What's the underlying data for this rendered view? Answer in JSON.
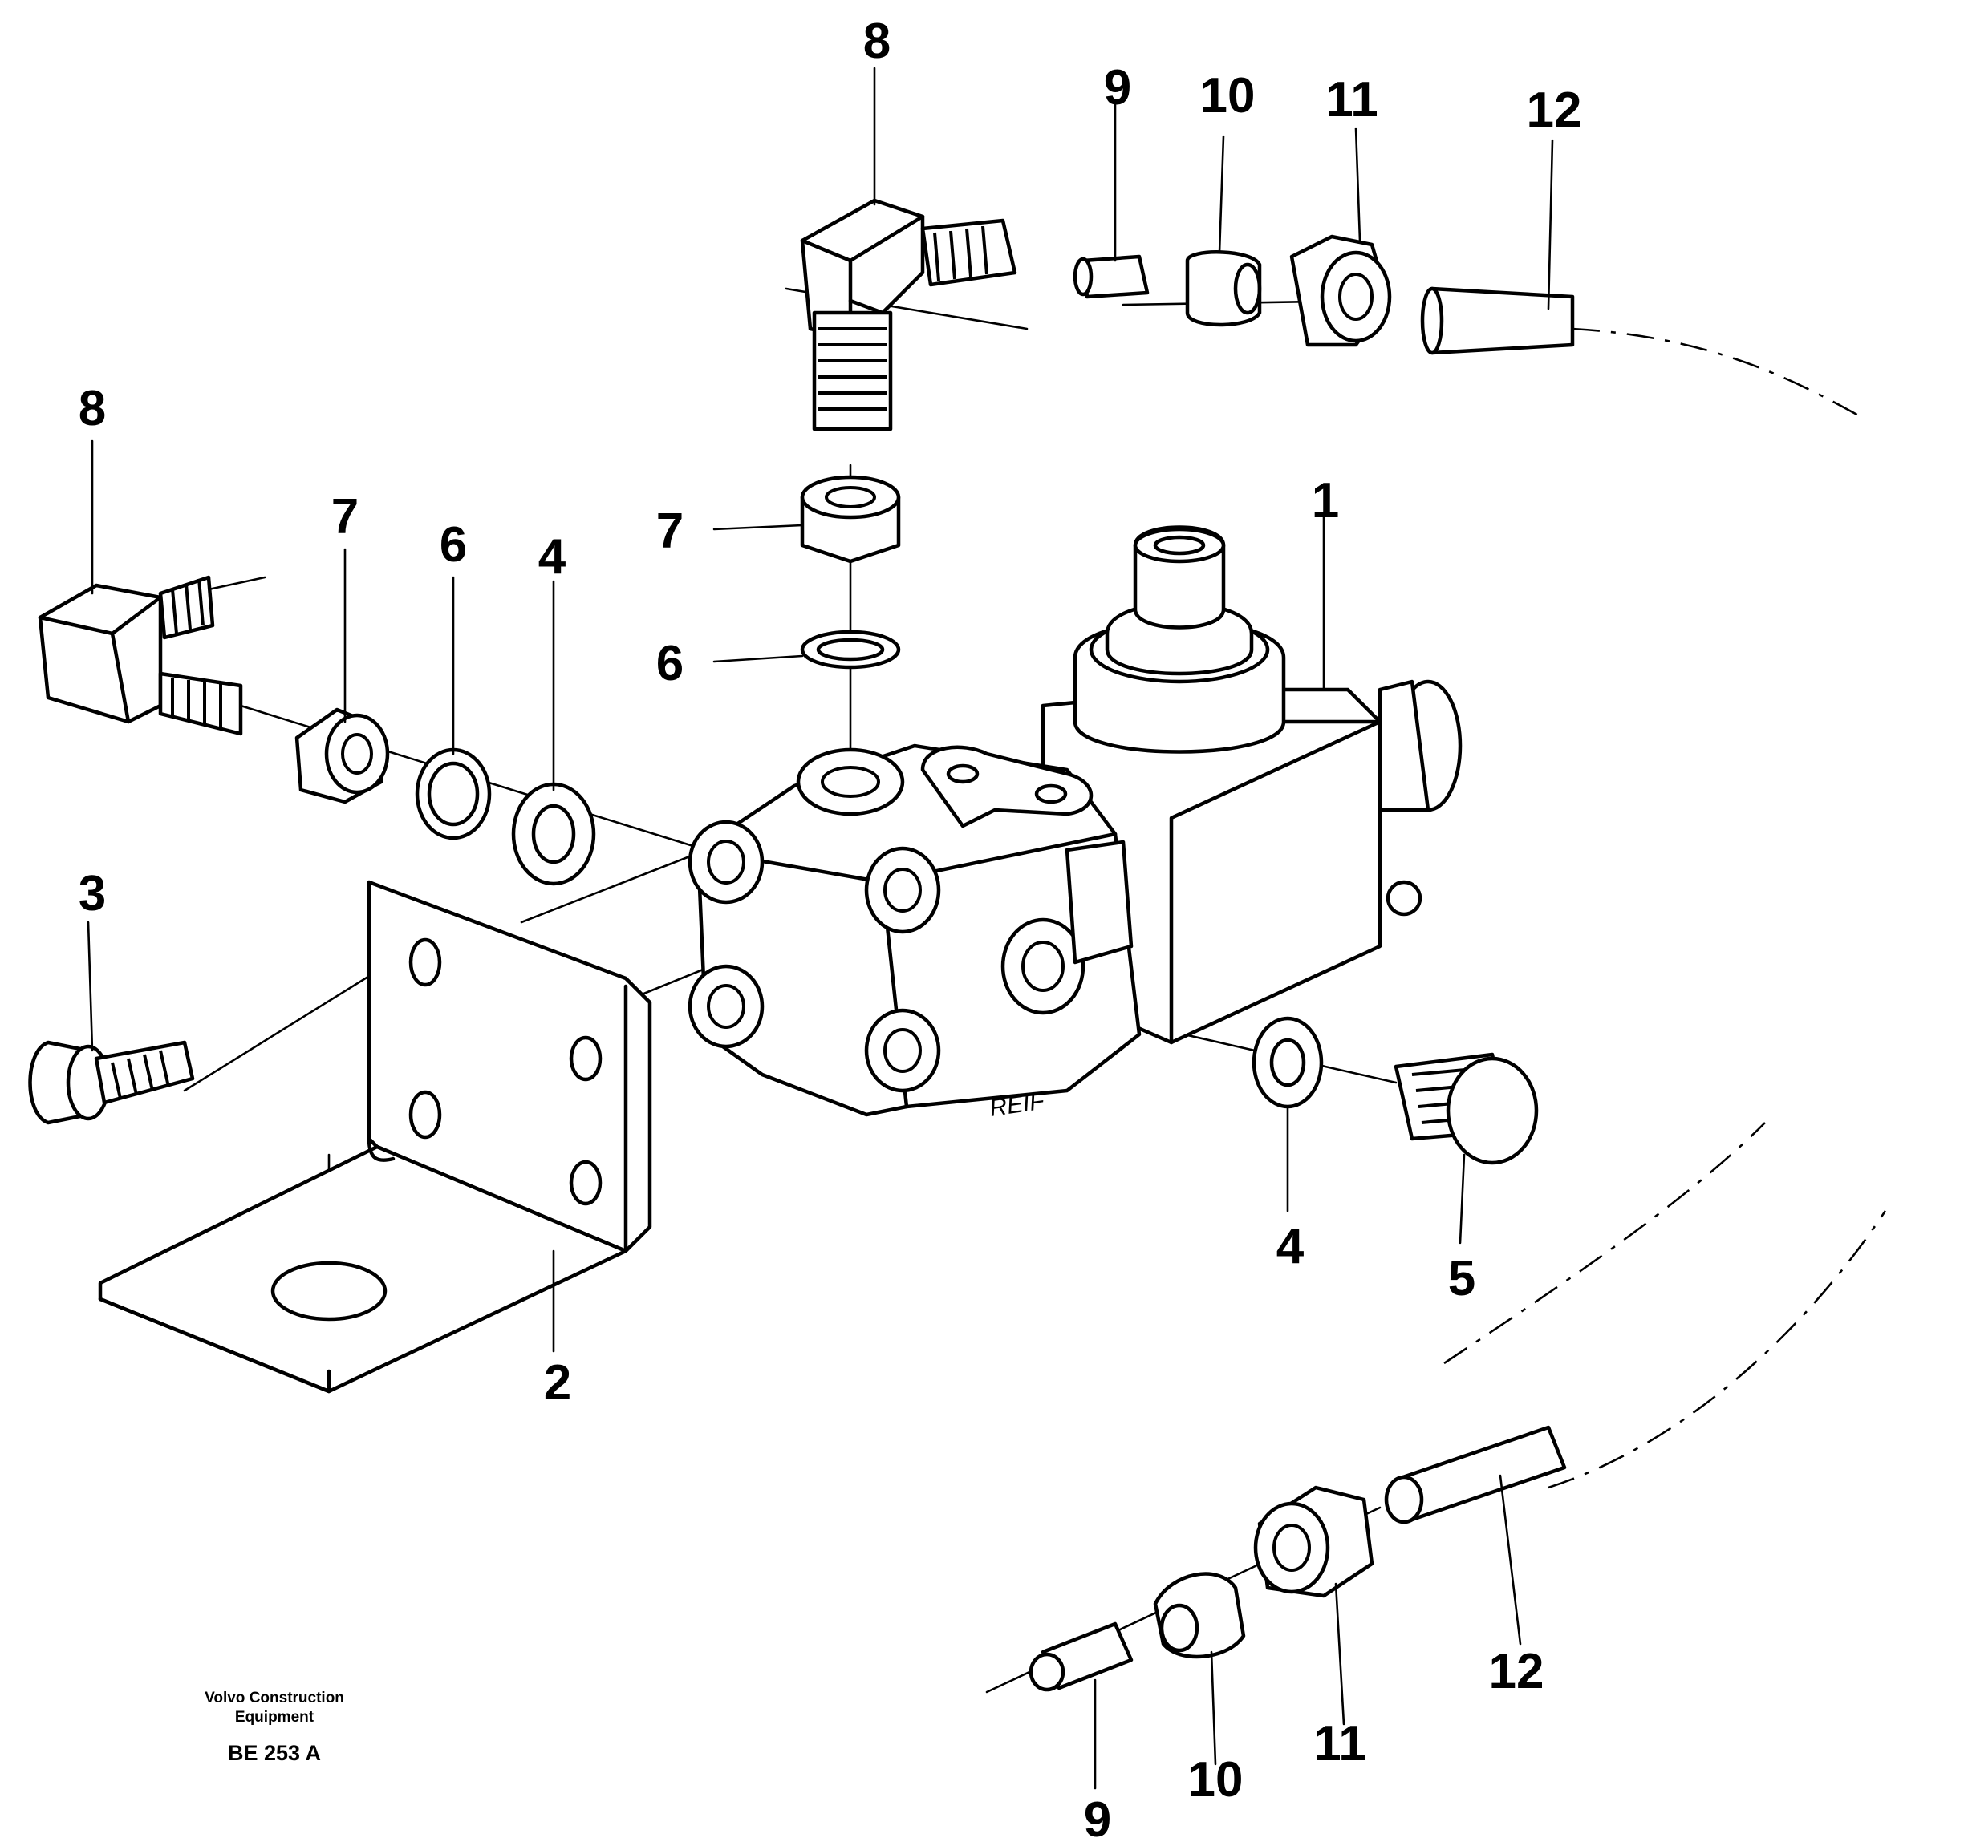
{
  "callouts": {
    "c1": "1",
    "c2": "2",
    "c3": "3",
    "c4_left": "4",
    "c4_right": "4",
    "c5": "5",
    "c6_left": "6",
    "c6_top": "6",
    "c7_left": "7",
    "c7_top": "7",
    "c8_left": "8",
    "c8_top": "8",
    "c9_top": "9",
    "c9_bottom": "9",
    "c10_top": "10",
    "c10_bottom": "10",
    "c11_top": "11",
    "c11_bottom": "11",
    "c12_top": "12",
    "c12_bottom": "12"
  },
  "body_marking": "REIF",
  "caption": {
    "company_line1": "Volvo Construction",
    "company_line2": "Equipment",
    "figure_code": "BE 253 A"
  }
}
